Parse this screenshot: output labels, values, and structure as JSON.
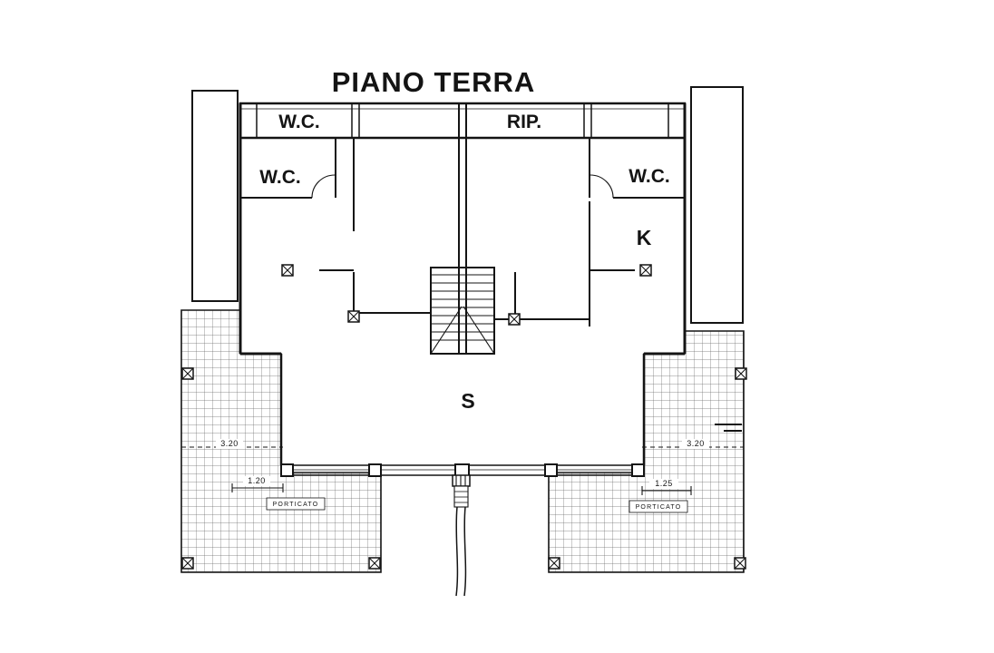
{
  "title": "PIANO TERRA",
  "labels": {
    "wc_top": "W.C.",
    "rip": "RIP.",
    "wc_left": "W.C.",
    "wc_right": "W.C.",
    "kitchen": "K",
    "living": "S"
  },
  "porticato_left": {
    "name": "PORTICATO",
    "width_dim": "3.20",
    "depth_dim": "1.20"
  },
  "porticato_right": {
    "name": "PORTICATO",
    "width_dim": "3.20",
    "depth_dim": "1.25"
  },
  "colors": {
    "ink": "#141414",
    "paper": "#ffffff",
    "hatch": "#6b6b6b"
  }
}
